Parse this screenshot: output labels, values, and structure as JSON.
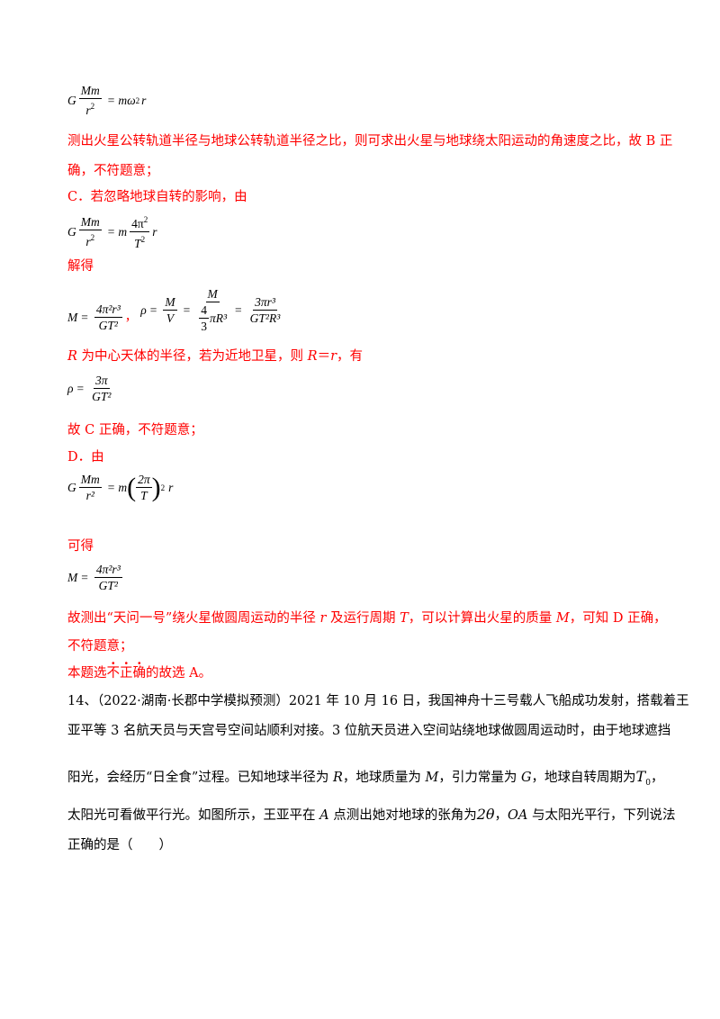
{
  "eq1": {
    "lhs_coef": "G",
    "num": "Mm",
    "den_r": "r",
    "den_exp": "2",
    "eq": "=",
    "rhs_m": "m",
    "rhs_omega": "ω",
    "rhs_exp": "2",
    "rhs_r": "r"
  },
  "p1": "测出火星公转轨道半径与地球公转轨道半径之比，则可求出火星与地球绕太阳运动的角速度之比，故 B 正",
  "p2": "确，不符题意；",
  "p3": "C．若忽略地球自转的影响，由",
  "eq2": {
    "G": "G",
    "num": "Mm",
    "den": "r",
    "exp": "2",
    "eq": "=",
    "m": "m",
    "num2": "4π",
    "num2_exp": "2",
    "den2": "T",
    "den2_exp": "2",
    "r": "r"
  },
  "p4": "解得",
  "eq3": {
    "M": "M",
    "eq": "=",
    "num": "4π²r³",
    "den": "GT²",
    "comma": "，",
    "rho": "ρ",
    "eq2": "=",
    "f2_num": "M",
    "f2_den": "V",
    "eq3": "=",
    "f3_num": "M",
    "f3_den_num": "4",
    "f3_den_den": "3",
    "f3_den_rest": "πR³",
    "eq4": "=",
    "f4_num": "3πr³",
    "f4_den": "GT²R³"
  },
  "p5": {
    "R": "R",
    "t1": " 为中心天体的半径，若为近地卫星，则 ",
    "R2": "R",
    "t2": "＝",
    "r": "r",
    "t3": "，有"
  },
  "eq4": {
    "rho": "ρ",
    "eq": "=",
    "num": "3π",
    "den": "GT²"
  },
  "p6": "故 C 正确，不符题意；",
  "p7": "D．由",
  "eq5": {
    "G": "G",
    "num": "Mm",
    "den": "r²",
    "eq": "=",
    "m": "m",
    "num2": "2π",
    "den2": "T",
    "exp": "2",
    "r": "r"
  },
  "p8": "可得",
  "eq6": {
    "M": "M",
    "eq": "=",
    "num": "4π²r³",
    "den": "GT²"
  },
  "p9": {
    "t1": "故测出“天问一号”绕火星做圆周运动的半径 ",
    "r": "r",
    "t2": " 及运行周期 ",
    "T": "T",
    "t3": "，可以计算出火星的质量 ",
    "M": "M",
    "t4": "，可知 D 正确，"
  },
  "p10": "不符题意；",
  "p11": {
    "t1": "本题选",
    "d1": "不",
    "d2": "正",
    "d3": "确",
    "t2": "的故选 A。"
  },
  "q14": {
    "l1": "14、（2022·湖南·长郡中学模拟预测）2021 年 10 月 16 日，我国神舟十三号载人飞船成功发射，搭载着王",
    "l2": "亚平等 3 名航天员与天宫号空间站顺利对接。3 位航天员进入空间站绕地球做圆周运动时，由于地球遮挡",
    "l3a": "阳光，会经历“日全食”过程。已知地球半径为 ",
    "R": "R",
    "l3b": "，地球质量为 ",
    "M": "M",
    "l3c": "，引力常量为 ",
    "G": "G",
    "l3d": "，地球自转周期为",
    "T0": "T",
    "T0_sub": "0",
    "l3e": "，",
    "l4a": "太阳光可看做平行光。如图所示，王亚平在 ",
    "A": "A",
    "l4b": " 点测出她对地球的张角为",
    "theta": "2θ",
    "l4c": "，",
    "OA": "OA",
    "l4d": " 与太阳光平行，下列说法",
    "l5": "正确的是（　　）"
  }
}
